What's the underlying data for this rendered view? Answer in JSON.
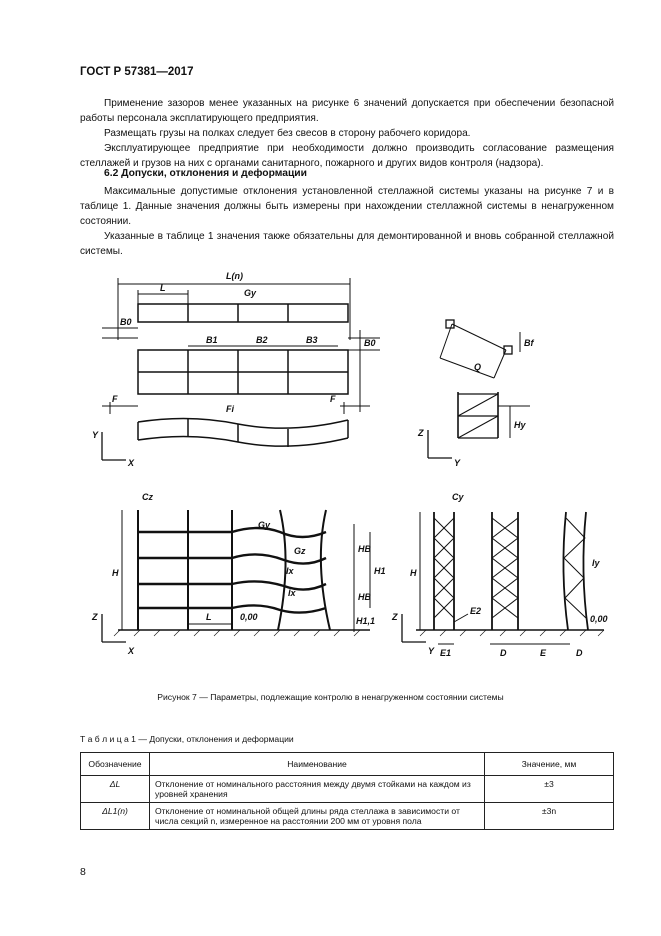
{
  "header": "ГОСТ Р 57381—2017",
  "paragraphs": [
    "Применение зазоров менее указанных на рисунке 6 значений допускается при обеспечении безопасной работы персонала эксплатирующего предприятия.",
    "Размещать грузы на полках следует без свесов в сторону рабочего коридора.",
    "Эксплуатирующее предприятие при необходимости должно производить согласование размещения стеллажей и грузов на них с органами санитарного, пожарного и других видов контроля (надзора)."
  ],
  "section": "6.2 Допуски, отклонения и деформации",
  "paragraphs2": [
    "Максимальные допустимые отклонения установленной стеллажной системы указаны на рисунке 7 и в таблице 1. Данные значения должны быть измерены при нахождении стеллажной системы в ненагруженном состоянии.",
    "Указанные в таблице 1 значения также обязательны для демонтированной и вновь собранной стеллажной системы."
  ],
  "figure": {
    "labels": {
      "L_n": "L(n)",
      "L": "L",
      "Gy": "Gy",
      "B0": "B0",
      "B1": "B1",
      "B2": "B2",
      "B3": "B3",
      "F": "F",
      "Fi": "Fi",
      "Y": "Y",
      "X": "X",
      "Z": "Z",
      "Q": "Q",
      "Bf": "Bf",
      "Hy": "Hy",
      "Cz": "Cz",
      "Cy": "Cy",
      "H": "H",
      "H1": "H1",
      "HB": "HB",
      "H1_1": "H1,1",
      "Gz": "Gz",
      "Ix": "Ix",
      "Iy": "Iy",
      "zero": "0,00",
      "E": "E",
      "E1": "E1",
      "E2": "E2",
      "D": "D"
    }
  },
  "caption": "Рисунок 7 — Параметры, подлежащие контролю в ненагруженном состоянии системы",
  "table": {
    "caption": "Т а б л и ц а  1 — Допуски, отклонения и деформации",
    "headers": [
      "Обозначение",
      "Наименование",
      "Значение, мм"
    ],
    "rows": [
      [
        "ΔL",
        "Отклонение от номинального расстояния между двумя стойками на каждом из уровней хранения",
        "±3"
      ],
      [
        "ΔL1(n)",
        "Отклонение от номинальной общей длины ряда стеллажа в зависимости от числа секций n, измеренное на расстоянии 200 мм от уровня пола",
        "±3n"
      ]
    ]
  },
  "page_number": "8"
}
